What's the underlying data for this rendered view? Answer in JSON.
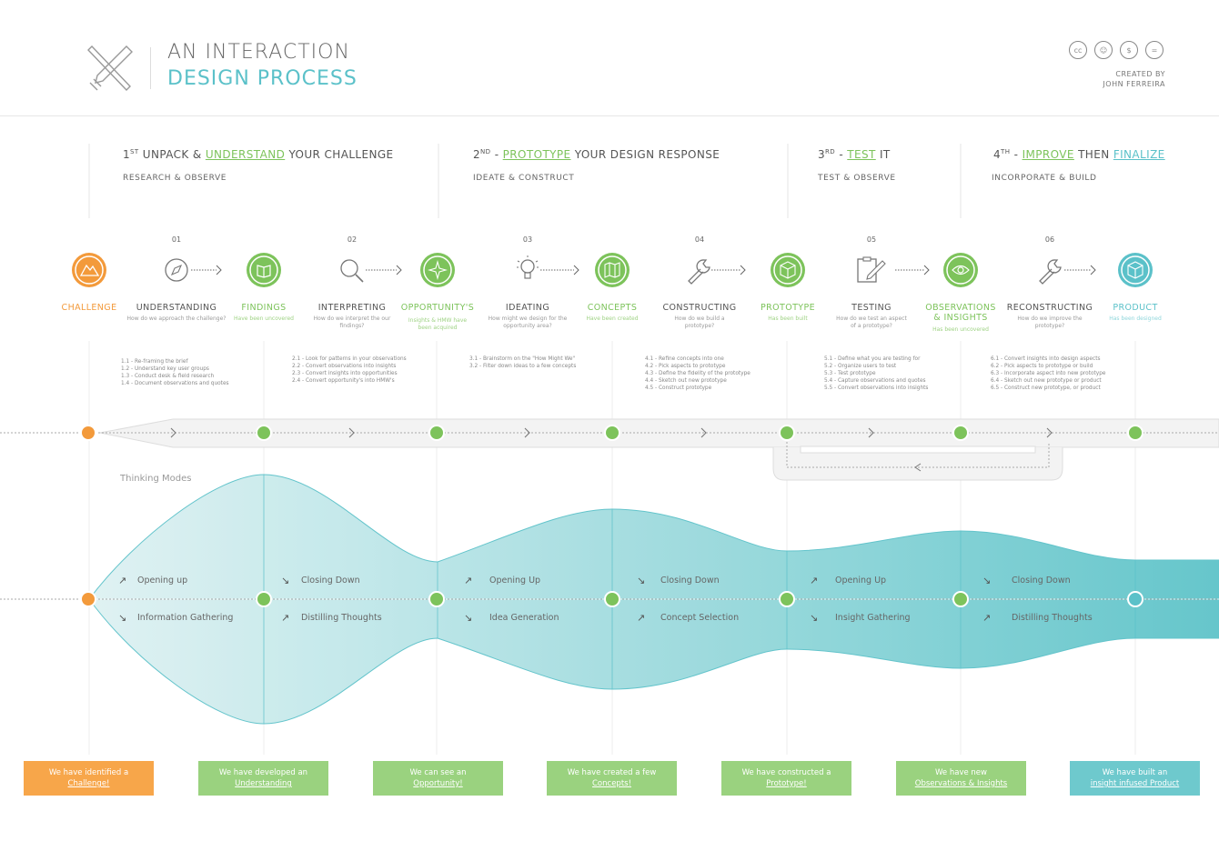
{
  "header": {
    "title_line1": "AN INTERACTION",
    "title_line2": "DESIGN PROCESS",
    "credit_line1": "CREATED BY",
    "credit_line2": "JOHN FERREIRA",
    "license_icons": [
      "cc-icon",
      "by-icon",
      "nc-icon",
      "nd-icon"
    ],
    "license_glyphs": [
      "cc",
      "☺",
      "$",
      "="
    ]
  },
  "phases": [
    {
      "ord": "1",
      "sup": "ST",
      "pre": " UNPACK & ",
      "hl": "UNDERSTAND",
      "post": " YOUR CHALLENGE",
      "sub": "RESEARCH & OBSERVE"
    },
    {
      "ord": "2",
      "sup": "ND",
      "pre": " - ",
      "hl": "PROTOTYPE",
      "post": " YOUR DESIGN RESPONSE",
      "sub": "IDEATE & CONSTRUCT"
    },
    {
      "ord": "3",
      "sup": "RD",
      "pre": " - ",
      "hl": "TEST",
      "post": " IT",
      "sub": "TEST & OBSERVE"
    },
    {
      "ord": "4",
      "sup": "TH",
      "pre": " - ",
      "hl": "IMPROVE",
      "mid": " THEN ",
      "hl2": "FINALIZE",
      "sub": "INCORPORATE & BUILD"
    }
  ],
  "numbers": [
    "01",
    "02",
    "03",
    "04",
    "05",
    "06"
  ],
  "stages": [
    {
      "label": "CHALLENGE",
      "sub": ""
    },
    {
      "label": "UNDERSTANDING",
      "sub": "How do we approach the challenge?"
    },
    {
      "label": "FINDINGS",
      "sub": "Have been uncovered"
    },
    {
      "label": "INTERPRETING",
      "sub": "How do we interpret the our findings?"
    },
    {
      "label": "OPPORTUNITY'S",
      "sub": "Insights & HMW have been acquired"
    },
    {
      "label": "IDEATING",
      "sub": "How might we design for the opportunity area?"
    },
    {
      "label": "CONCEPTS",
      "sub": "Have been created"
    },
    {
      "label": "CONSTRUCTING",
      "sub": "How do we build a prototype?"
    },
    {
      "label": "PROTOTYPE",
      "sub": "Has been built"
    },
    {
      "label": "TESTING",
      "sub": "How do we test an aspect of a prototype?"
    },
    {
      "label": "OBSERVATIONS",
      "label2": "& INSIGHTS",
      "sub": "Has been uncovered"
    },
    {
      "label": "RECONSTRUCTING",
      "sub": "How do we improve the prototype?"
    },
    {
      "label": "PRODUCT",
      "sub": "Has been designed"
    }
  ],
  "steps": [
    "1.1 - Re-framing the brief\n1.2 - Understand key user groups\n1.3 - Conduct desk & field research\n1.4 - Document observations and quotes",
    "2.1 - Look for patterns in your observations\n2.2 - Convert observations into insights\n2.3 - Convert insights into opportunities\n2.4 - Convert opportunity's into HMW's",
    "3.1 - Brainstorm on the \"How Might We\"\n3.2 - Filter down ideas to a few concepts",
    "4.1 - Refine concepts into one\n4.2 - Pick aspects to prototype\n4.3 - Define the fidelity of the prototype\n4.4 - Sketch out new prototype\n4.5 - Construct prototype",
    "5.1 - Define what you are testing for\n5.2 - Organize users to test\n5.3 - Test prototype\n5.4 - Capture observations and quotes\n5.5 - Convert observations into insights",
    "6.1 - Convert insights into design aspects\n6.2 - Pick aspects to prototype or build\n6.3 - Incorporate aspect into new prototype\n6.4 - Sketch out new prototype or product\n6.5 - Construct new prototype, or product"
  ],
  "thinking": {
    "title": "Thinking Modes",
    "segments": [
      {
        "top": "Opening up",
        "bottom": "Information Gathering",
        "top_arrow": "↗",
        "bottom_arrow": "↘"
      },
      {
        "top": "Closing Down",
        "bottom": "Distilling Thoughts",
        "top_arrow": "↘",
        "bottom_arrow": "↗"
      },
      {
        "top": "Opening Up",
        "bottom": "Idea Generation",
        "top_arrow": "↗",
        "bottom_arrow": "↘"
      },
      {
        "top": "Closing Down",
        "bottom": "Concept Selection",
        "top_arrow": "↘",
        "bottom_arrow": "↗"
      },
      {
        "top": "Opening Up",
        "bottom": "Insight Gathering",
        "top_arrow": "↗",
        "bottom_arrow": "↘"
      },
      {
        "top": "Closing Down",
        "bottom": "Distilling Thoughts",
        "top_arrow": "↘",
        "bottom_arrow": "↗"
      }
    ]
  },
  "outcomes": [
    {
      "line1": "We have identified a",
      "line2": "Challenge!"
    },
    {
      "line1": "We have developed an",
      "line2": "Understanding"
    },
    {
      "line1": "We can see an",
      "line2": "Opportunity!"
    },
    {
      "line1": "We have created a few",
      "line2": "Concepts!"
    },
    {
      "line1": "We have constructed a",
      "line2": "Prototype!"
    },
    {
      "line1": "We have new",
      "line2": "Observations & Insights"
    },
    {
      "line1": "We have built an",
      "line2": "insight infused Product"
    }
  ],
  "colors": {
    "orange": "#f39a3b",
    "green": "#7dc35b",
    "teal": "#5bc1c9",
    "grey": "#999999"
  }
}
